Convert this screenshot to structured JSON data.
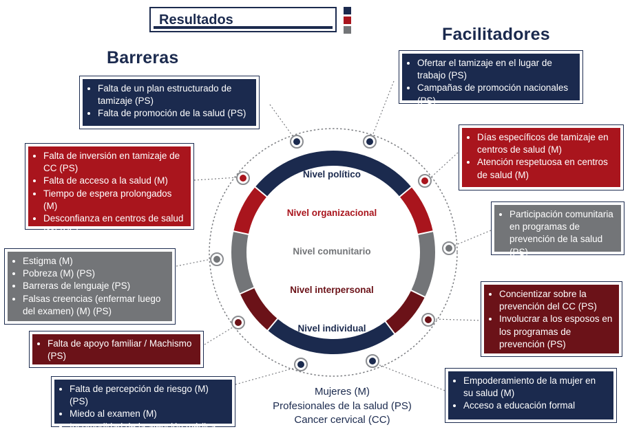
{
  "title": "Resultados",
  "headings": {
    "barriers": "Barreras",
    "facilitators": "Facilitadores"
  },
  "levels": [
    {
      "label": "Nivel político",
      "color": "#1b2a4e"
    },
    {
      "label": "Nivel organizacional",
      "color": "#a9151d"
    },
    {
      "label": "Nivel comunitario",
      "color": "#737578"
    },
    {
      "label": "Nivel interpersonal",
      "color": "#6b1218"
    },
    {
      "label": "Nivel individual",
      "color": "#1b2a4e"
    }
  ],
  "barriers": [
    {
      "color": "navy",
      "items": [
        "Falta de un plan estructurado de tamizaje (PS)",
        "Falta de promoción de la salud (PS)"
      ]
    },
    {
      "color": "red",
      "items": [
        "Falta de inversión en tamizaje de CC (PS)",
        "Falta de acceso a la salud (M)",
        "Tiempo de espera prolongados (M)",
        "Desconfianza en centros de salud (M) (PS)"
      ]
    },
    {
      "color": "gray",
      "items": [
        "Estigma (M)",
        "Pobreza (M) (PS)",
        "Barreras de lenguaje (PS)",
        "Falsas creencias (enfermar luego del examen) (M) (PS)"
      ]
    },
    {
      "color": "maroon",
      "items": [
        "Falta de apoyo familiar / Machismo (PS)"
      ]
    },
    {
      "color": "navy",
      "items": [
        "Falta de percepción de riesgo (M) (PS)",
        "Miedo al examen (M)",
        "Incomodidad de la atención médica (M)"
      ]
    }
  ],
  "facilitators": [
    {
      "color": "navy",
      "items": [
        "Ofertar el tamizaje en el lugar de trabajo (PS)",
        "Campañas de promoción nacionales (PS)"
      ]
    },
    {
      "color": "red",
      "items": [
        "Días específicos de tamizaje en centros de salud (M)",
        "Atención respetuosa en centros de salud (M)"
      ]
    },
    {
      "color": "gray",
      "items": [
        "Participación comunitaria en programas de prevención de la salud (PS)"
      ]
    },
    {
      "color": "maroon",
      "items": [
        "Concientizar sobre la prevención del CC (PS)",
        "Involucrar a los esposos en los programas de prevención (PS)"
      ]
    },
    {
      "color": "navy",
      "items": [
        "Empoderamiento de la mujer en su salud (M)",
        "Acceso a educación formal"
      ]
    }
  ],
  "legend": [
    "Mujeres (M)",
    "Profesionales de la salud (PS)",
    "Cancer cervical (CC)"
  ],
  "colors": {
    "navy": "#1b2a4e",
    "red": "#a9151d",
    "gray": "#737578",
    "maroon": "#6b1218"
  }
}
